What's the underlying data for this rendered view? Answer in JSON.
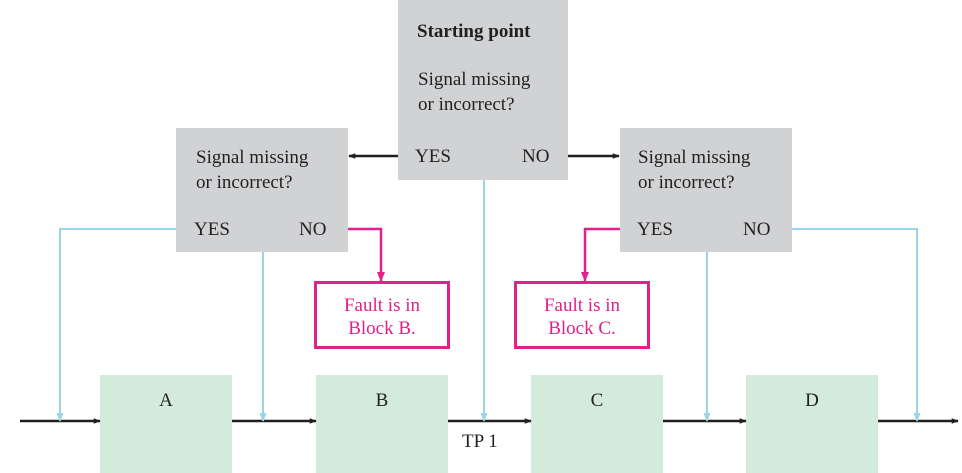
{
  "start": {
    "title": "Starting point",
    "question_line1": "Signal missing",
    "question_line2": "or incorrect?",
    "yes": "YES",
    "no": "NO"
  },
  "left_decision": {
    "question_line1": "Signal missing",
    "question_line2": "or incorrect?",
    "yes": "YES",
    "no": "NO"
  },
  "right_decision": {
    "question_line1": "Signal missing",
    "question_line2": "or incorrect?",
    "yes": "YES",
    "no": "NO"
  },
  "fault_b": {
    "line1": "Fault is in",
    "line2": "Block B."
  },
  "fault_c": {
    "line1": "Fault is in",
    "line2": "Block C."
  },
  "blocks": {
    "a": "A",
    "b": "B",
    "c": "C",
    "d": "D"
  },
  "test_point": "TP 1",
  "colors": {
    "decision_fill": "#d1d2d4",
    "block_fill": "#d3ebdb",
    "fault_color": "#e0218a",
    "probe_line": "#9dd3e6",
    "signal_line": "#231f20"
  }
}
